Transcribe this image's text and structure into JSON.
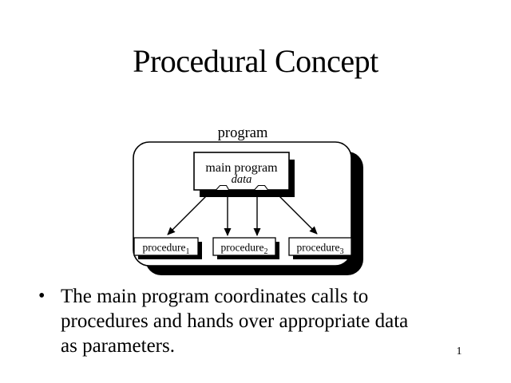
{
  "slide": {
    "title": "Procedural Concept",
    "page_number": "1",
    "bullet_marker": "•",
    "bullet_lines": [
      "The main program coordinates calls to",
      "procedures and hands over appropriate data",
      "as parameters."
    ]
  },
  "diagram": {
    "program_label": "program",
    "main_program_label": "main program",
    "data_label": "data",
    "procedures": [
      {
        "label": "procedure",
        "subscript": "1"
      },
      {
        "label": "procedure",
        "subscript": "2"
      },
      {
        "label": "procedure",
        "subscript": "3"
      }
    ],
    "colors": {
      "ink": "#000000",
      "box_fill": "#ffffff",
      "shadow": "#000000",
      "background": "#ffffff"
    }
  }
}
